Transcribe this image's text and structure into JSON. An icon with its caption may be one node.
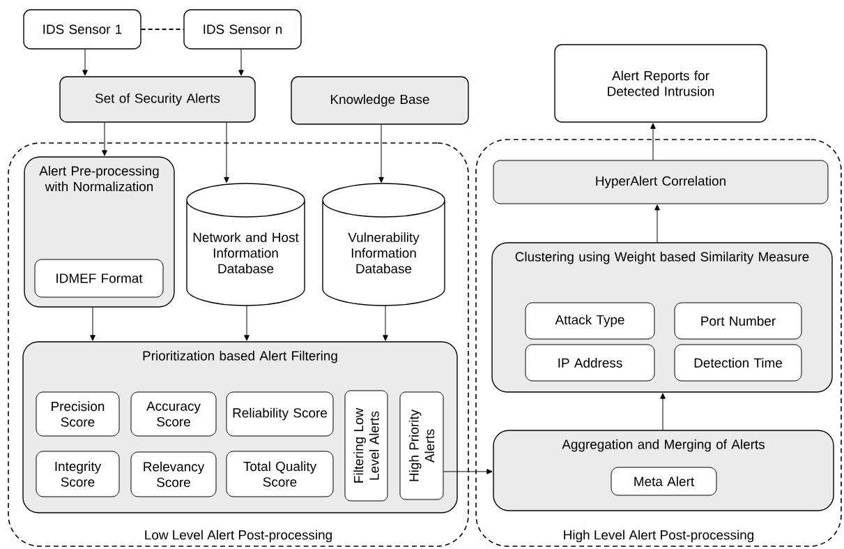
{
  "diagram": {
    "nodes": [
      {
        "text": [
          "IDS Sensor 1"
        ]
      },
      {
        "text": [
          "IDS Sensor n"
        ]
      },
      {
        "text": [
          "Set of Security Alerts"
        ]
      },
      {
        "text": [
          "Knowledge Base"
        ]
      },
      {
        "text": [
          "Low Level Alert Post-processing"
        ]
      },
      {
        "text": [
          "Alert Pre-processing with Normalization"
        ],
        "in": 4
      },
      {
        "text": [
          "IDMEF Format"
        ],
        "in": 5
      },
      {
        "text": [
          "Network and Host Information Database"
        ],
        "in": 4
      },
      {
        "text": [
          "Vulnerability Information Database"
        ],
        "in": 4
      },
      {
        "text": [
          "Prioritization based Alert Filtering"
        ],
        "in": 4
      },
      {
        "text": [
          "Precision Score"
        ],
        "in": 9
      },
      {
        "text": [
          "Accuracy Score"
        ],
        "in": 9
      },
      {
        "text": [
          "Reliability Score"
        ],
        "in": 9
      },
      {
        "text": [
          "Integrity Score"
        ],
        "in": 9
      },
      {
        "text": [
          "Relevancy Score"
        ],
        "in": 9
      },
      {
        "text": [
          "Total Quality Score"
        ],
        "in": 9
      },
      {
        "text": [
          "Filtering Low Level Alerts"
        ],
        "in": 9
      },
      {
        "text": [
          "High Priority Alerts"
        ],
        "in": 9
      },
      {
        "text": [
          "Alert Reports for Detected Intrusion"
        ]
      },
      {
        "text": [
          "High Level Alert Post-processing"
        ]
      },
      {
        "text": [
          "HyperAlert Correlation"
        ],
        "in": 19
      },
      {
        "text": [
          "Clustering using Weight based Similarity Measure"
        ],
        "in": 19
      },
      {
        "text": [
          "Attack Type"
        ],
        "in": 21
      },
      {
        "text": [
          "Port Number"
        ],
        "in": 21
      },
      {
        "text": [
          "IP Address"
        ],
        "in": 21
      },
      {
        "text": [
          "Detection Time"
        ],
        "in": 21
      },
      {
        "text": [
          "Aggregation and Merging of Alerts"
        ],
        "in": 19
      },
      {
        "text": [
          "Meta Alert"
        ],
        "in": 26
      }
    ],
    "edges": [
      {
        "from": 0,
        "to": 1,
        "arrow": "none",
        "style": "dashed"
      },
      {
        "from": 0,
        "to": 2,
        "arrow": "to"
      },
      {
        "from": 1,
        "to": 2,
        "arrow": "to"
      },
      {
        "from": 2,
        "to": 5,
        "arrow": "to"
      },
      {
        "from": 2,
        "to": 7,
        "arrow": "to"
      },
      {
        "from": 3,
        "to": 8,
        "arrow": "to"
      },
      {
        "from": 5,
        "to": 9,
        "arrow": "to"
      },
      {
        "from": 7,
        "to": 9,
        "arrow": "to"
      },
      {
        "from": 8,
        "to": 9,
        "arrow": "to"
      },
      {
        "from": 17,
        "to": 26,
        "arrow": "to"
      },
      {
        "from": 26,
        "to": 21,
        "arrow": "to"
      },
      {
        "from": 21,
        "to": 20,
        "arrow": "to"
      },
      {
        "from": 20,
        "to": 18,
        "arrow": "to"
      }
    ]
  }
}
